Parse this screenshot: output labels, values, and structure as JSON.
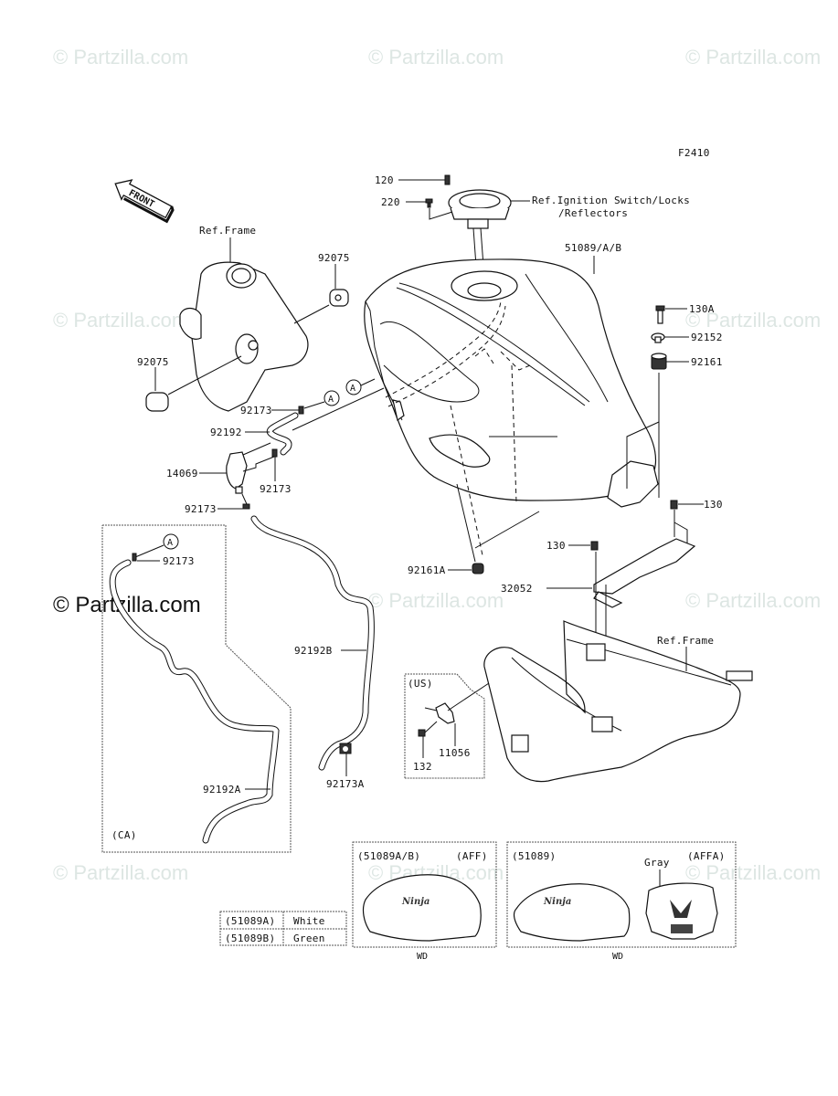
{
  "diagram": {
    "figure_id": "F2410",
    "front_arrow": "FRONT",
    "watermark": "© Partzilla.com",
    "colors": {
      "watermark": "#dde6e3",
      "lines": "#111111",
      "background": "#ffffff"
    }
  },
  "callouts": {
    "p120": "120",
    "p220": "220",
    "ignition_ref_1": "Ref.Ignition Switch/Locks",
    "ignition_ref_2": "/Reflectors",
    "tank": "51089/A/B",
    "frame_ref_top": "Ref.Frame",
    "p92075_top": "92075",
    "p92075_left": "92075",
    "p130A": "130A",
    "p92152": "92152",
    "p92161": "92161",
    "p92173_1": "92173",
    "p92192": "92192",
    "p14069": "14069",
    "p92173_2": "92173",
    "p92173_3": "92173",
    "p92173_ca": "92173",
    "circle_a_1": "A",
    "circle_a_2": "A",
    "circle_a_ca": "A",
    "p130_right": "130",
    "p130_mid": "130",
    "p92161A": "92161A",
    "p32052": "32052",
    "frame_ref_bottom": "Ref.Frame",
    "p92192B": "92192B",
    "p92173A": "92173A",
    "p92192A": "92192A",
    "p11056": "11056",
    "p132": "132"
  },
  "regions": {
    "ca": "(CA)",
    "us": "(US)"
  },
  "variants": {
    "table": [
      {
        "code": "(51089A)",
        "color": "White"
      },
      {
        "code": "(51089B)",
        "color": "Green"
      }
    ],
    "panel1": {
      "part": "(51089A/B)",
      "code": "(AFF)",
      "caption": "WD"
    },
    "panel2": {
      "part": "(51089)",
      "code": "(AFFA)",
      "caption": "WD",
      "note": "Gray"
    }
  }
}
